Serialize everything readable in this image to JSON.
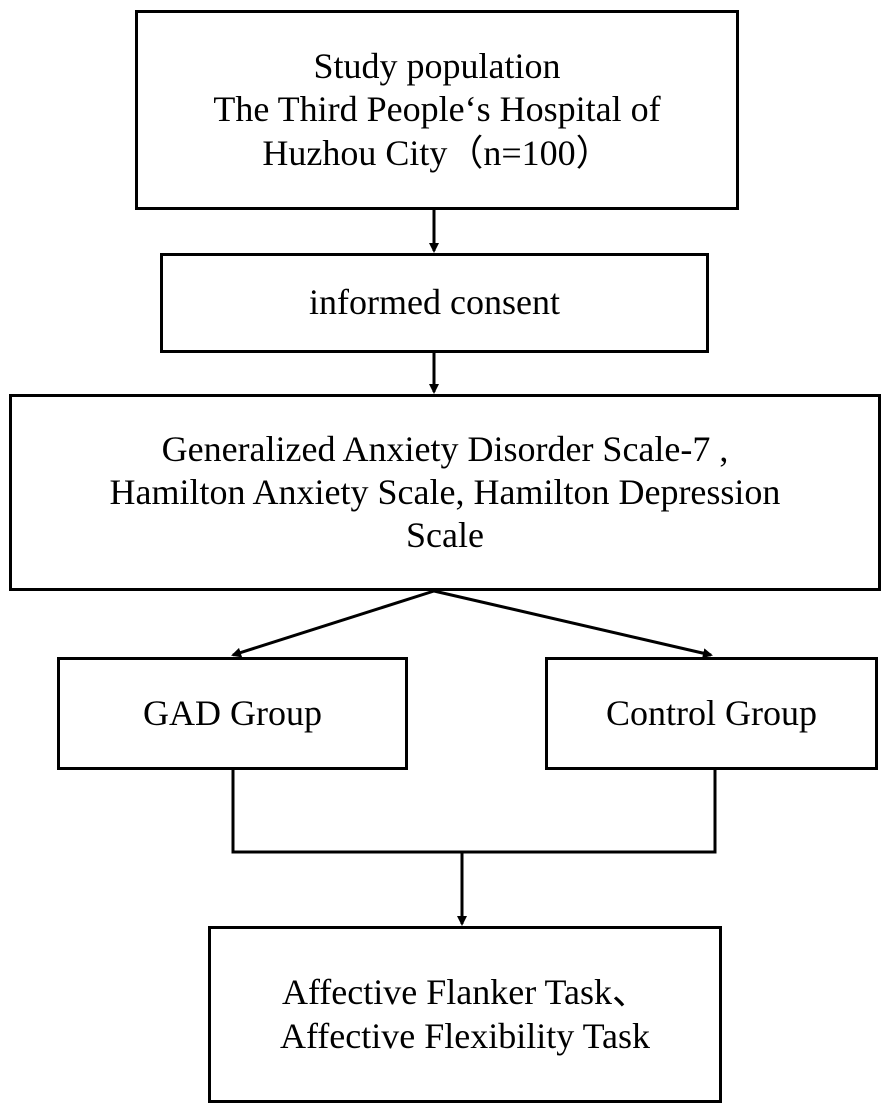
{
  "nodes": {
    "study_population": {
      "lines": [
        "Study population",
        "The Third People‘s Hospital of",
        "Huzhou City（n=100）"
      ]
    },
    "informed_consent": {
      "lines": [
        "informed consent"
      ]
    },
    "scales": {
      "lines": [
        "Generalized Anxiety Disorder Scale-7 ,",
        "Hamilton Anxiety Scale, Hamilton Depression",
        "Scale"
      ]
    },
    "gad_group": {
      "lines": [
        "GAD Group"
      ]
    },
    "control_group": {
      "lines": [
        "Control Group"
      ]
    },
    "tasks": {
      "lines": [
        "Affective Flanker Task、",
        "Affective Flexibility Task"
      ]
    }
  },
  "colors": {
    "stroke": "#000000",
    "background": "#ffffff"
  }
}
